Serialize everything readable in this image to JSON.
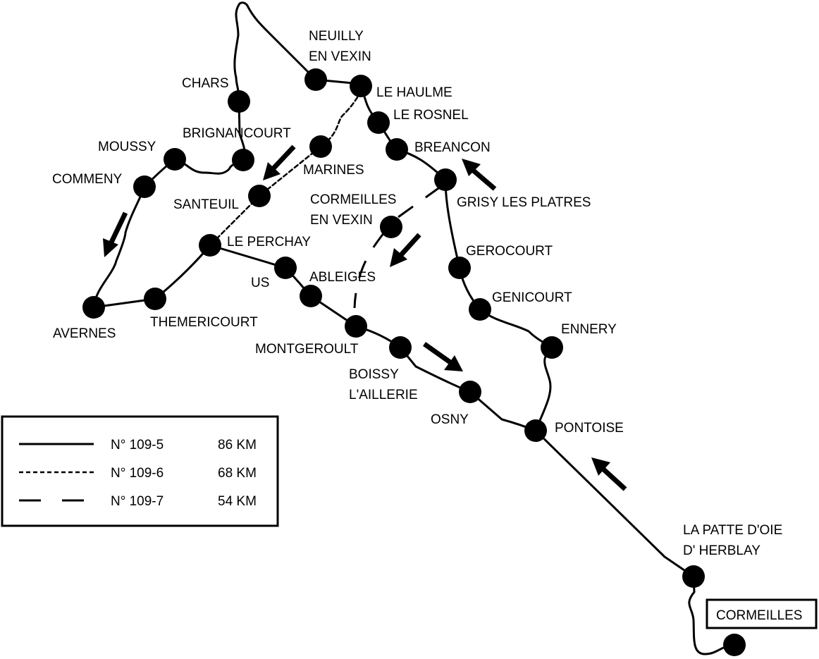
{
  "colors": {
    "ink": "#000000",
    "paper": "#ffffff"
  },
  "places": {
    "neuilly_1": "NEUILLY",
    "neuilly_2": "EN VEXIN",
    "le_haulme": "LE HAULME",
    "chars": "CHARS",
    "le_rosnel": "LE ROSNEL",
    "brignancourt": "BRIGNANCOURT",
    "moussy": "MOUSSY",
    "breancon": "BREANCON",
    "marines": "MARINES",
    "commeny": "COMMENY",
    "santeuil": "SANTEUIL",
    "cormeilles_vexin_1": "CORMEILLES",
    "cormeilles_vexin_2": "EN VEXIN",
    "grisy": "GRISY LES PLATRES",
    "le_perchay": "LE PERCHAY",
    "gerocourt": "GEROCOURT",
    "us": "US",
    "ableiges": "ABLEIGES",
    "genicourt": "GENICOURT",
    "avernes": "AVERNES",
    "themericourt": "THEMERICOURT",
    "ennery": "ENNERY",
    "montgeroult": "MONTGEROULT",
    "boissy_1": "BOISSY",
    "boissy_2": "L'AILLERIE",
    "osny": "OSNY",
    "pontoise": "PONTOISE",
    "patte_1": "LA PATTE D'OIE",
    "patte_2": "D' HERBLAY",
    "cormeilles": "CORMEILLES"
  },
  "legend": {
    "routes": [
      {
        "line_style": "solid",
        "number": "N° 109-5",
        "distance": "86 KM"
      },
      {
        "line_style": "dotted",
        "number": "N° 109-6",
        "distance": "68 KM"
      },
      {
        "line_style": "dashed",
        "number": "N° 109-7",
        "distance": "54 KM"
      }
    ]
  }
}
